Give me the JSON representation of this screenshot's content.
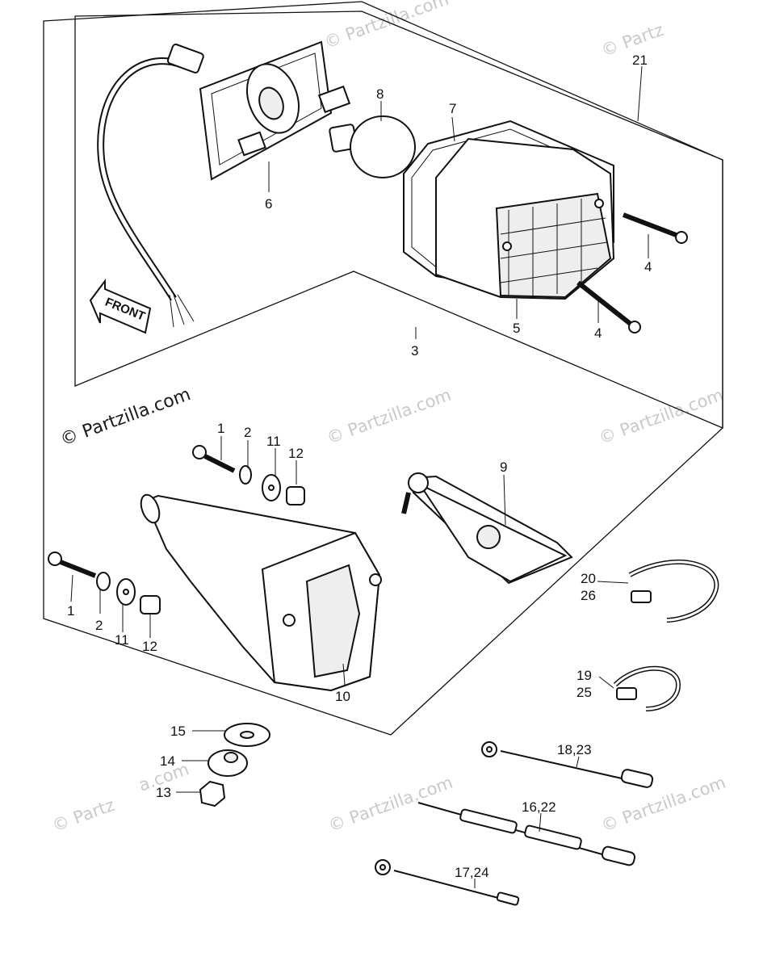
{
  "watermark": {
    "brand": "© Partzilla.com",
    "short": "© Partz",
    "tail": "a.com"
  },
  "front_arrow": {
    "label": "FRONT"
  },
  "callouts": {
    "c1a": "1",
    "c1b": "1",
    "c2a": "2",
    "c2b": "2",
    "c3": "3",
    "c4a": "4",
    "c4b": "4",
    "c5": "5",
    "c6": "6",
    "c7": "7",
    "c8": "8",
    "c9": "9",
    "c10": "10",
    "c11a": "11",
    "c11b": "11",
    "c12a": "12",
    "c12b": "12",
    "c13": "13",
    "c14": "14",
    "c15": "15",
    "c16_22": "16,22",
    "c17_24": "17,24",
    "c18_23": "18,23",
    "c19": "19",
    "c20": "20",
    "c21": "21",
    "c25": "25",
    "c26": "26"
  }
}
